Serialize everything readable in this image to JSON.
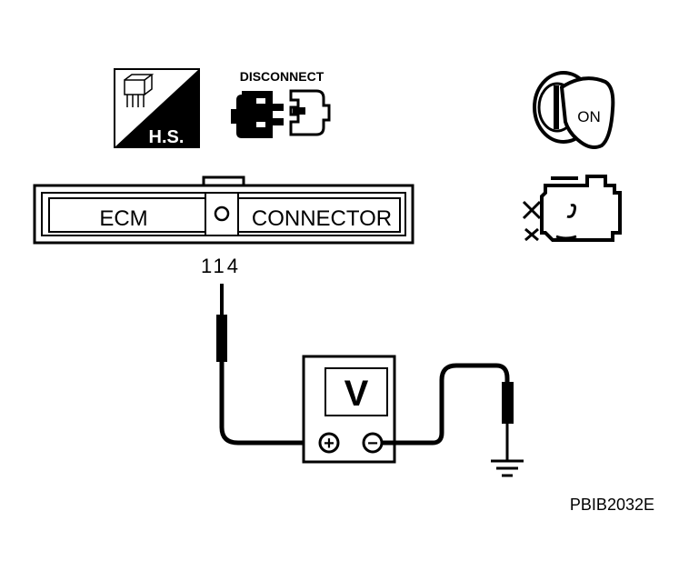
{
  "icons": {
    "harness_side": {
      "label": "H.S.",
      "icon": "harness-side-icon"
    },
    "disconnect": {
      "label": "DISCONNECT",
      "icon": "connector-disconnect-icon"
    },
    "ignition": {
      "label": "ON",
      "icon": "ignition-key-on-icon"
    },
    "engine": {
      "icon": "engine-icon"
    }
  },
  "connector": {
    "left_label": "ECM",
    "right_label": "CONNECTOR",
    "terminal": "114"
  },
  "meter": {
    "display": "V",
    "plus_symbol": "+",
    "minus_symbol": "−",
    "icon": "voltmeter-icon"
  },
  "ground": {
    "icon": "ground-icon"
  },
  "figure_id": "PBIB2032E"
}
